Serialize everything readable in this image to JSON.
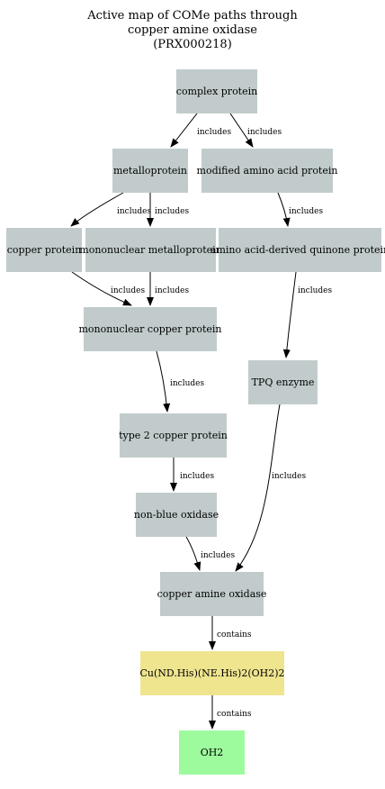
{
  "title": {
    "line1": "Active map of COMe paths through",
    "line2": "copper amine oxidase",
    "line3": "(PRX000218)"
  },
  "colors": {
    "node_fill": "#c1cbcb",
    "highlight_fill": "#efe58f",
    "leaf_fill": "#9dfb9d",
    "edge_color": "#000000"
  },
  "nodes": {
    "complex_protein": "complex protein",
    "metalloprotein": "metalloprotein",
    "modified_amino_acid_protein": "modified amino acid protein",
    "copper_protein": "copper protein",
    "mononuclear_metalloprotein": "mononuclear metalloprotein",
    "amino_acid_derived_quinone_protein": "amino acid-derived quinone protein",
    "mononuclear_copper_protein": "mononuclear copper protein",
    "tpq_enzyme": "TPQ enzyme",
    "type2_copper_protein": "type 2 copper protein",
    "non_blue_oxidase": "non-blue oxidase",
    "copper_amine_oxidase": "copper amine oxidase",
    "cu_site": "Cu(ND.His)(NE.His)2(OH2)2",
    "oh2": "OH2"
  },
  "edge_labels": {
    "includes": "includes",
    "contains": "contains"
  }
}
